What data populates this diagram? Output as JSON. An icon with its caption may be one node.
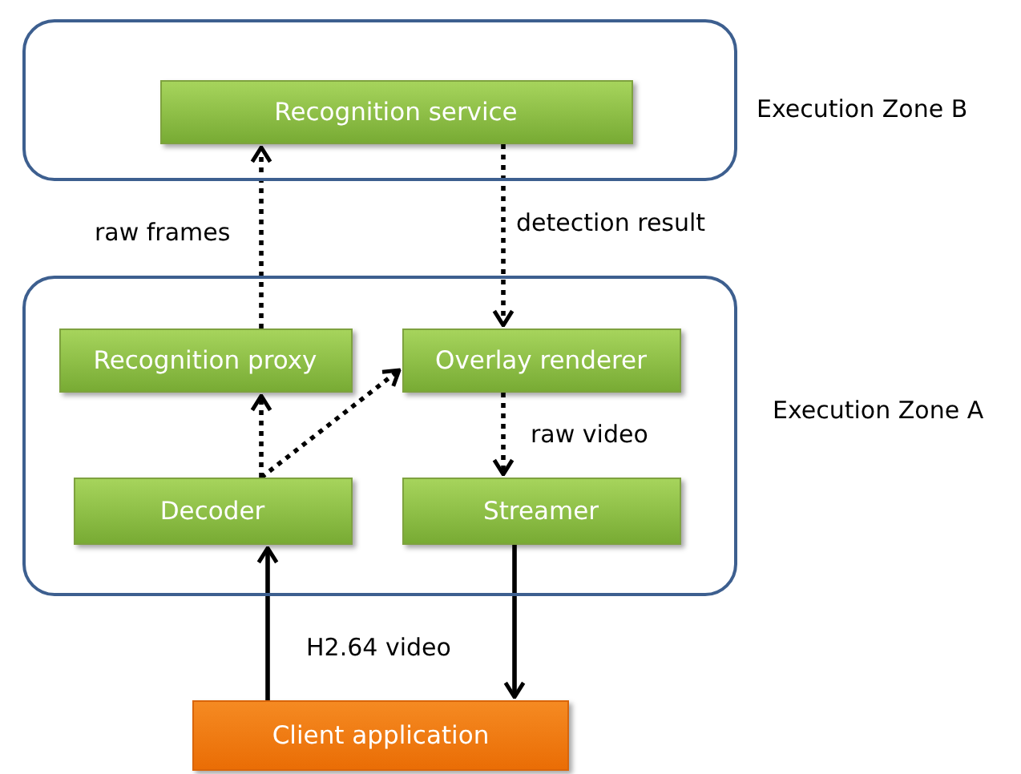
{
  "diagram": {
    "nodes": [
      {
        "text": [
          "Execution Zone B"
        ]
      },
      {
        "text": [
          "Recognition service"
        ],
        "in": 0
      },
      {
        "text": [
          "Execution Zone A"
        ]
      },
      {
        "text": [
          "Recognition proxy"
        ],
        "in": 2
      },
      {
        "text": [
          "Overlay renderer"
        ],
        "in": 2
      },
      {
        "text": [
          "Decoder"
        ],
        "in": 2
      },
      {
        "text": [
          "Streamer"
        ],
        "in": 2
      },
      {
        "text": [
          "Client application"
        ]
      }
    ],
    "edges": [
      {
        "from": 3,
        "to": 1,
        "arrow": "to",
        "style": "dashed",
        "label": "raw frames"
      },
      {
        "from": 1,
        "to": 4,
        "arrow": "to",
        "style": "dashed",
        "label": "detection result"
      },
      {
        "from": 5,
        "to": 3,
        "arrow": "to",
        "style": "dashed"
      },
      {
        "from": 5,
        "to": 4,
        "arrow": "to",
        "style": "dashed"
      },
      {
        "from": 4,
        "to": 6,
        "arrow": "to",
        "style": "dashed",
        "label": "raw video"
      },
      {
        "from": 7,
        "to": 5,
        "arrow": "to"
      },
      {
        "from": 6,
        "to": 7,
        "arrow": "to"
      }
    ],
    "labels": [
      "H2.64 video"
    ]
  }
}
